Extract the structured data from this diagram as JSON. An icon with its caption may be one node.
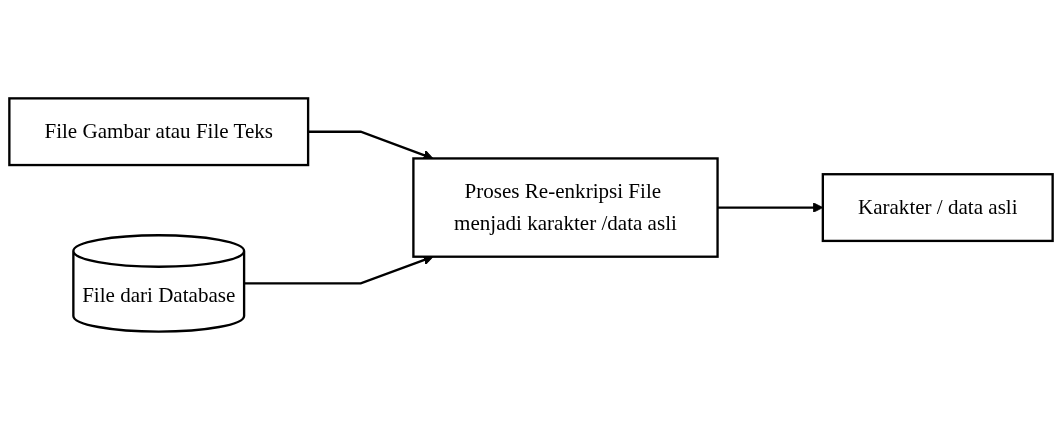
{
  "diagram": {
    "nodes": [
      {
        "text": [
          "File Gambar atau File Teks"
        ]
      },
      {
        "text": [
          "File dari Database"
        ]
      },
      {
        "text": [
          "Proses Re-enkripsi File menjadi karakter /data asli"
        ]
      },
      {
        "text": [
          "Karakter / data asli"
        ]
      }
    ],
    "edges": [
      {
        "from": 0,
        "to": 2,
        "arrow": "to"
      },
      {
        "from": 1,
        "to": 2,
        "arrow": "to"
      },
      {
        "from": 2,
        "to": 3,
        "arrow": "to"
      }
    ]
  }
}
